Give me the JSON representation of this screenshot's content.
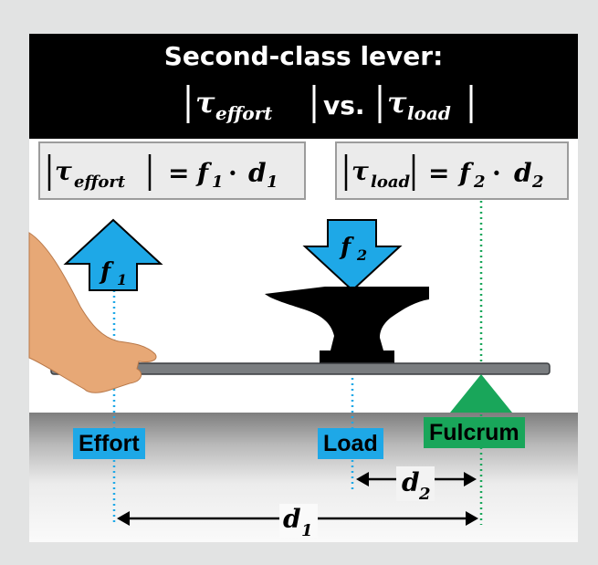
{
  "title": {
    "line1": "Second-class lever:",
    "tau": "τ",
    "effort_sub": "effort",
    "vs": "vs.",
    "load_sub": "load"
  },
  "equations": {
    "left": {
      "tau": "τ",
      "sub": "effort",
      "rhs_f": "f",
      "rhs_f_sub": "1",
      "dot": "·",
      "rhs_d": "d",
      "rhs_d_sub": "1"
    },
    "right": {
      "tau": "τ",
      "sub": "load",
      "rhs_f": "f",
      "rhs_f_sub": "2",
      "dot": "·",
      "rhs_d": "d",
      "rhs_d_sub": "2"
    }
  },
  "forces": {
    "effort": {
      "symbol": "f",
      "sub": "1"
    },
    "load": {
      "symbol": "f",
      "sub": "2"
    }
  },
  "labels": {
    "effort": "Effort",
    "load": "Load",
    "fulcrum": "Fulcrum"
  },
  "distances": {
    "d1": {
      "symbol": "d",
      "sub": "1"
    },
    "d2": {
      "symbol": "d",
      "sub": "2"
    }
  },
  "colors": {
    "effort_blue": "#1ea8e7",
    "fulcrum_green": "#19a65a",
    "title_bg": "#000000",
    "lever_gray": "#7a7d80"
  }
}
